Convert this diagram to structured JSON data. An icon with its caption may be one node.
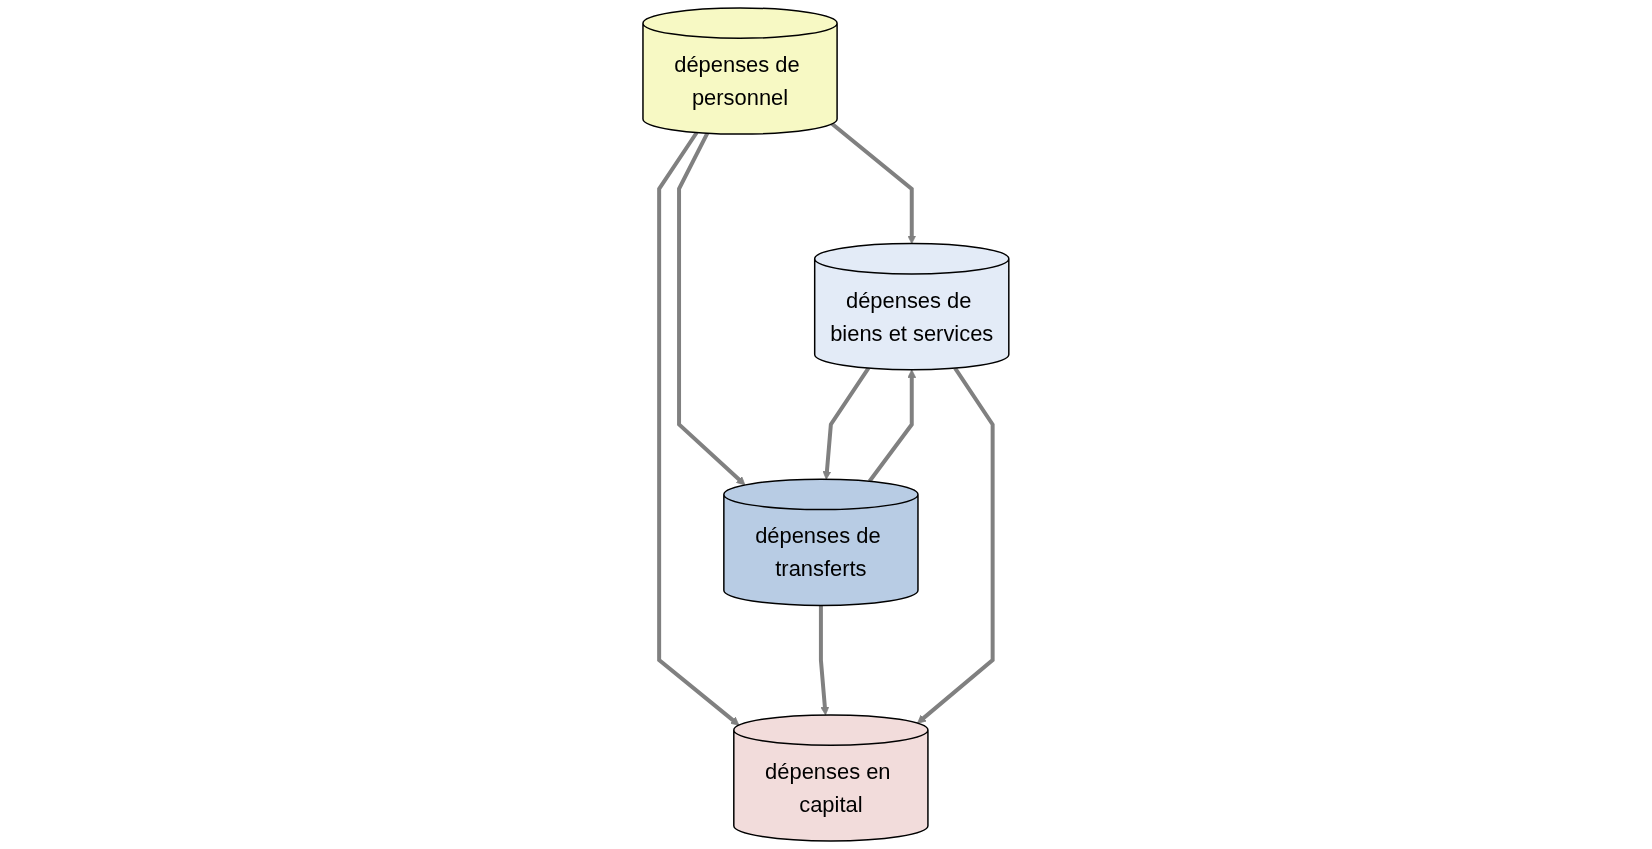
{
  "diagram": {
    "nodes": [
      {
        "text": [
          "dépenses de personnel"
        ]
      },
      {
        "text": [
          "dépenses de biens et services"
        ]
      },
      {
        "text": [
          "dépenses de transferts"
        ]
      },
      {
        "text": [
          "dépenses en capital"
        ]
      }
    ],
    "edges": [
      {
        "from": 0,
        "to": 1,
        "arrow": "to"
      },
      {
        "from": 0,
        "to": 2,
        "arrow": "to"
      },
      {
        "from": 0,
        "to": 3,
        "arrow": "to"
      },
      {
        "from": 1,
        "to": 2,
        "arrow": "to"
      },
      {
        "from": 2,
        "to": 1,
        "arrow": "to"
      },
      {
        "from": 2,
        "to": 3,
        "arrow": "to"
      },
      {
        "from": 1,
        "to": 3,
        "arrow": "to"
      }
    ]
  }
}
